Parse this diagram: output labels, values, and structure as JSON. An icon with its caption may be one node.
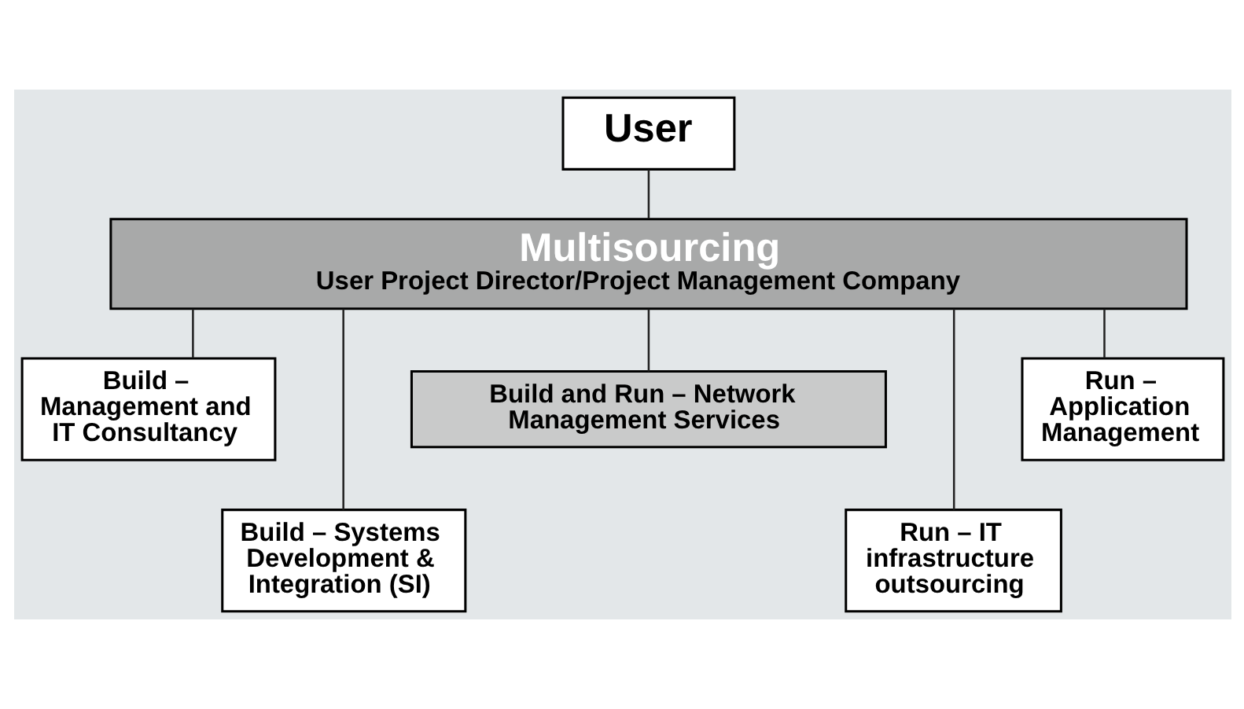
{
  "diagram": {
    "nodes": [
      {
        "text": [
          "User"
        ]
      },
      {
        "text": [
          "Multisourcing",
          "User Project Director/Project Management Company"
        ]
      },
      {
        "text": [
          "Build – Management and IT Consultancy"
        ]
      },
      {
        "text": [
          "Build – Systems Development & Integration (SI)"
        ]
      },
      {
        "text": [
          "Build and Run – Network Management Services"
        ]
      },
      {
        "text": [
          "Run – IT infrastructure outsourcing"
        ]
      },
      {
        "text": [
          "Run – Application Management"
        ]
      }
    ],
    "edges": [
      {
        "from": 0,
        "to": 1,
        "arrow": "none"
      },
      {
        "from": 1,
        "to": 2,
        "arrow": "none"
      },
      {
        "from": 1,
        "to": 3,
        "arrow": "none"
      },
      {
        "from": 1,
        "to": 4,
        "arrow": "none"
      },
      {
        "from": 1,
        "to": 5,
        "arrow": "none"
      },
      {
        "from": 1,
        "to": 6,
        "arrow": "none"
      }
    ]
  }
}
